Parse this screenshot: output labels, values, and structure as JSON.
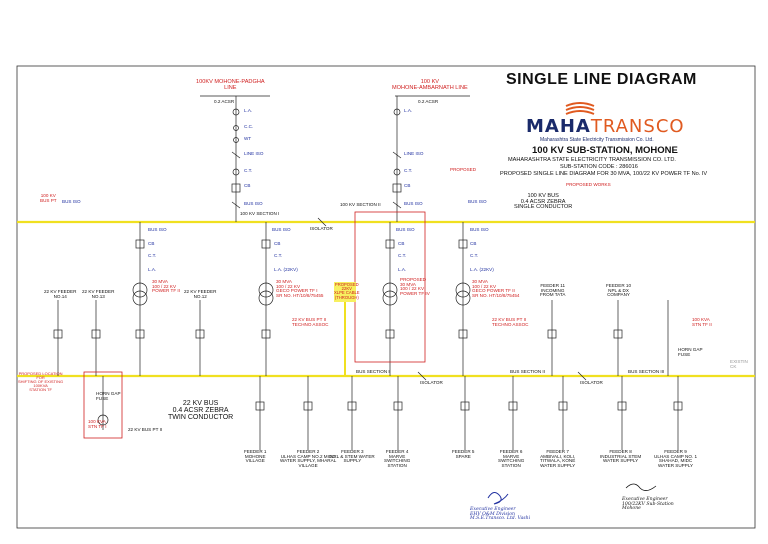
{
  "title": "SINGLE LINE DIAGRAM",
  "lines": {
    "left": {
      "name": "100KV MOHONE-PADGHA\nLINE",
      "conductor": "0.2 ACSR"
    },
    "right": {
      "name": "100 KV\nMOHONE-AMBARNATH LINE",
      "conductor": "0.2 ACSR"
    }
  },
  "logo": {
    "brand_a": "MAHA",
    "brand_b": "TRANSCO",
    "tagline": "Maharashtra State Electricity Transmission Co. Ltd."
  },
  "station": {
    "name": "100 KV SUB-STATION, MOHONE",
    "company": "MAHARASHTRA STATE ELECTRICITY TRANSMISSION CO. LTD.",
    "code": "SUB-STATION CODE : 286016",
    "proposal": "PROPOSED SINGLE LINE DIAGRAM FOR 30 MVA, 100/22 KV POWER TF No. IV",
    "proposed_works": "PROPOSED WORKS",
    "proposed": "PROPOSED"
  },
  "bus100": {
    "note": "100 KV BUS\n0.4 ACSR ZEBRA\nSINGLE CONDUCTOR",
    "section1": "100 KV SECTION I",
    "section2": "100 KV SECTION II",
    "isolator": "ISOLATOR",
    "pt_left": "100 KV\nBUS PT",
    "pt_left_iso": "BUS ISO",
    "pt_right_iso": "BUS ISO"
  },
  "incomer_labels": [
    "L.A.",
    "C.C.",
    "WT",
    "LINE ISO",
    "C.T.",
    "CB",
    "BUS ISO"
  ],
  "transformers": [
    {
      "id": "tf1",
      "label": "30 MVA\n100 / 22 KV\nPOWER TF II",
      "iso": "BUS ISO"
    },
    {
      "id": "tf2",
      "label": "30 MVA\n100 / 22 KV\nGECO POWER TF I\nSR NO. HT/10/8/75455",
      "iso": "BUS ISO"
    },
    {
      "id": "tf3",
      "label": "PROPOSED\n30 MVA\n100 / 22 KV\nPOWER TF IV",
      "iso": "BUS ISO"
    },
    {
      "id": "tf4",
      "label": "30 MVA\n100 / 22 KV\nGECO POWER TF II\nSR NO. HT/10/8/75454",
      "iso": "BUS ISO"
    }
  ],
  "proposed_cable": "PROPOSED\n22KV\nXLPE CABLE\n(THROUGH)",
  "small_labels": [
    "CB",
    "C.T.",
    "L.A.",
    "L.A. (22KV)",
    "LINE ISO",
    "BUS ISO"
  ],
  "feeders_top": [
    {
      "label": "22 KV FEEDER\nNO.14"
    },
    {
      "label": "22 KV FEEDER\nNO.13"
    },
    {
      "label": "22 KV FEEDER\nNO.12"
    },
    {
      "label": "FEEDER 11\nINCOMING\nFROM TATA"
    },
    {
      "label": "FEEDER 10\nNPL & DX\nCOMPANY"
    }
  ],
  "bus_pt_label": "22 KV BUS PT II\nTECHNO ASSOC",
  "bus_pt_label2": "22 KV BUS PT II\nTECHNO ASSOC",
  "bus22": {
    "section1": "BUS SECTION I",
    "section2": "BUS SECTION II",
    "section3": "BUS SECTION III",
    "isolator": "ISOLATOR",
    "isolator2": "ISOLATOR",
    "note": "22 KV BUS\n0.4 ACSR ZEBRA\nTWIN CONDUCTOR",
    "pt": "22 KV BUS PT II",
    "existing": "EXISTIN\nCK"
  },
  "aux": {
    "proposed_location": "PROPOSED LOCATION\nFOR\nSHIFTING OF EXISTING\n100KVA\nSTATION TF",
    "horn_gap": "HORN GAP\nFUSE",
    "station_tf": "100 KVA\nSTN TF I",
    "right_tf": "100 KVA\nSTN TF II",
    "right_horn": "HORN GAP\nFUSE"
  },
  "feeders_bottom": [
    {
      "label": "FEEDER 1\nMOHONE\nVILLAGE"
    },
    {
      "label": "FEEDER 2\nULHAS CAMP NO.2 MIDC\nWATER SUPPLY, MHARAL\nVILLAGE"
    },
    {
      "label": "FEEDER 3\nNRL & STEM WATER\nSUPPLY"
    },
    {
      "label": "FEEDER 4\nMARVE\nSWITCHING\nSTATION"
    },
    {
      "label": "FEEDER 5\nSPARE"
    },
    {
      "label": "FEEDER 6\nMARVE\nSWITCHING\nSTATION"
    },
    {
      "label": "FEEDER 7\nAMBIVALI, KOLI,\nTITWALA, KONE\nWATER SUPPLY"
    },
    {
      "label": "FEEDER 8\nINDUSTRIAL STEM\nWATER SUPPLY"
    },
    {
      "label": "FEEDER 9\nULHAS CAMP NO. 1\nSHAHAD, MIDC\nWATER SUPPLY"
    }
  ],
  "stamps": {
    "left": "Executive Engineer\nEHV O&M Division\nM.S.E.Transco. Ltd. Vashi",
    "right": "Executive Engineer\n100/22KV Sub-Station\nMohone"
  },
  "colors": {
    "bus": "#f0e020",
    "line": "#222222",
    "red": "#d02020",
    "blue": "#2030a0",
    "brand": "#1a2a6a",
    "accent": "#e05a20"
  }
}
